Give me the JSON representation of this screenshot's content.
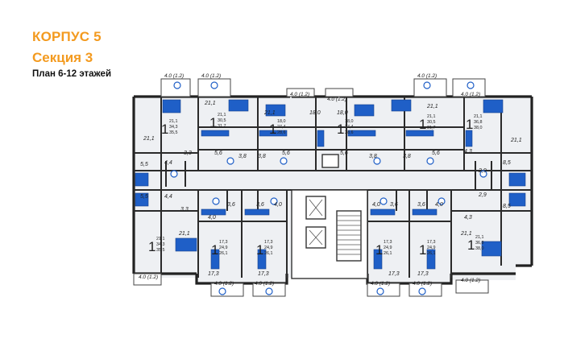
{
  "header": {
    "building": "КОРПУС 5",
    "section": "Секция 3",
    "floors": "План 6-12 этажей"
  },
  "colors": {
    "accent": "#f39a1f",
    "wall": "#222222",
    "furniture": "#1f5fc7"
  },
  "balconies": [
    "4.0 (1.2)",
    "4.0 (1.2)",
    "4.0 (1.2)",
    "4.0 (1.2)",
    "4.0 (1.2)",
    "4.0 (1.2)",
    "4.0 (1.2)",
    "4.0 (1.2)",
    "4.0 (1.2)",
    "4.0 (1.2)",
    "4.0 (1.2)",
    "4.0 (1.2)"
  ],
  "apartments": [
    {
      "rooms": "1",
      "total": "21,1",
      "living": "34,3",
      "kitchen": "35,5"
    },
    {
      "rooms": "1",
      "total": "21,1",
      "living": "30,5",
      "kitchen": "31,7"
    },
    {
      "rooms": "1",
      "total": "18,0",
      "living": "27,4",
      "kitchen": "28,6"
    },
    {
      "rooms": "1",
      "total": "18,0",
      "living": "27,4",
      "kitchen": "28,6"
    },
    {
      "rooms": "1",
      "total": "21,1",
      "living": "30,5",
      "kitchen": "31,7"
    },
    {
      "rooms": "1",
      "total": "21,1",
      "living": "36,8",
      "kitchen": "38,0"
    },
    {
      "rooms": "1",
      "total": "21,1",
      "living": "34,3",
      "kitchen": "35,5"
    },
    {
      "rooms": "1",
      "total": "17,3",
      "living": "24,9",
      "kitchen": "26,1"
    },
    {
      "rooms": "1",
      "total": "17,3",
      "living": "24,9",
      "kitchen": "26,1"
    },
    {
      "rooms": "1",
      "total": "17,3",
      "living": "24,9",
      "kitchen": "26,1"
    },
    {
      "rooms": "1",
      "total": "17,3",
      "living": "24,9",
      "kitchen": "26,1"
    },
    {
      "rooms": "1",
      "total": "21,1",
      "living": "36,8",
      "kitchen": "38,0"
    }
  ],
  "room_areas": [
    "21,1",
    "21,1",
    "21,1",
    "18,0",
    "18,0",
    "21,1",
    "21,1",
    "21,1",
    "21,1",
    "3,3",
    "3,3",
    "4,4",
    "4,4",
    "5,5",
    "5,5",
    "5,6",
    "5,6",
    "5,6",
    "5,6",
    "3,8",
    "3,8",
    "3,8",
    "3,8",
    "4,3",
    "4,3",
    "2,9",
    "2,9",
    "8,5",
    "8,5",
    "4,0",
    "4,0",
    "3,6",
    "3,6",
    "3,6",
    "3,6",
    "4,0",
    "4,0",
    "17,3",
    "17,3",
    "17,3",
    "17,3"
  ]
}
